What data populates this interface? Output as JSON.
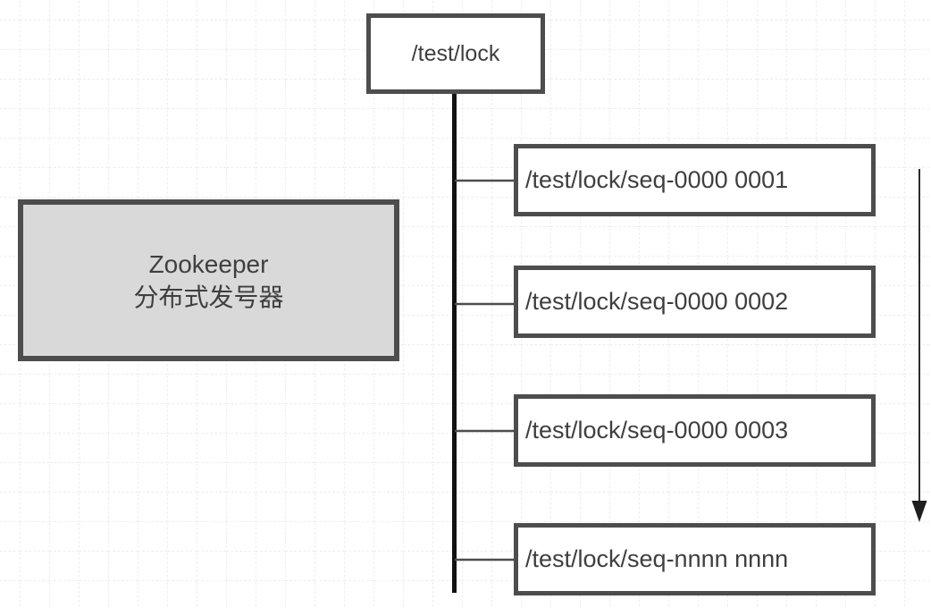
{
  "diagram": {
    "root": {
      "label": "/test/lock"
    },
    "generator": {
      "line1": "Zookeeper",
      "line2": "分布式发号器"
    },
    "children": [
      {
        "label": "/test/lock/seq-0000 0001"
      },
      {
        "label": "/test/lock/seq-0000 0002"
      },
      {
        "label": "/test/lock/seq-0000 0003"
      },
      {
        "label": "/test/lock/seq-nnnn nnnn"
      }
    ],
    "colors": {
      "node_border": "#4d4d4d",
      "node_fill": "#ffffff",
      "generator_fill": "#d9d9d9",
      "trunk_line": "#111111",
      "connector_line": "#4d4d4d",
      "arrow": "#1f1f1f",
      "grid_line": "#d8d8d8",
      "text": "#3f3f3f"
    }
  }
}
